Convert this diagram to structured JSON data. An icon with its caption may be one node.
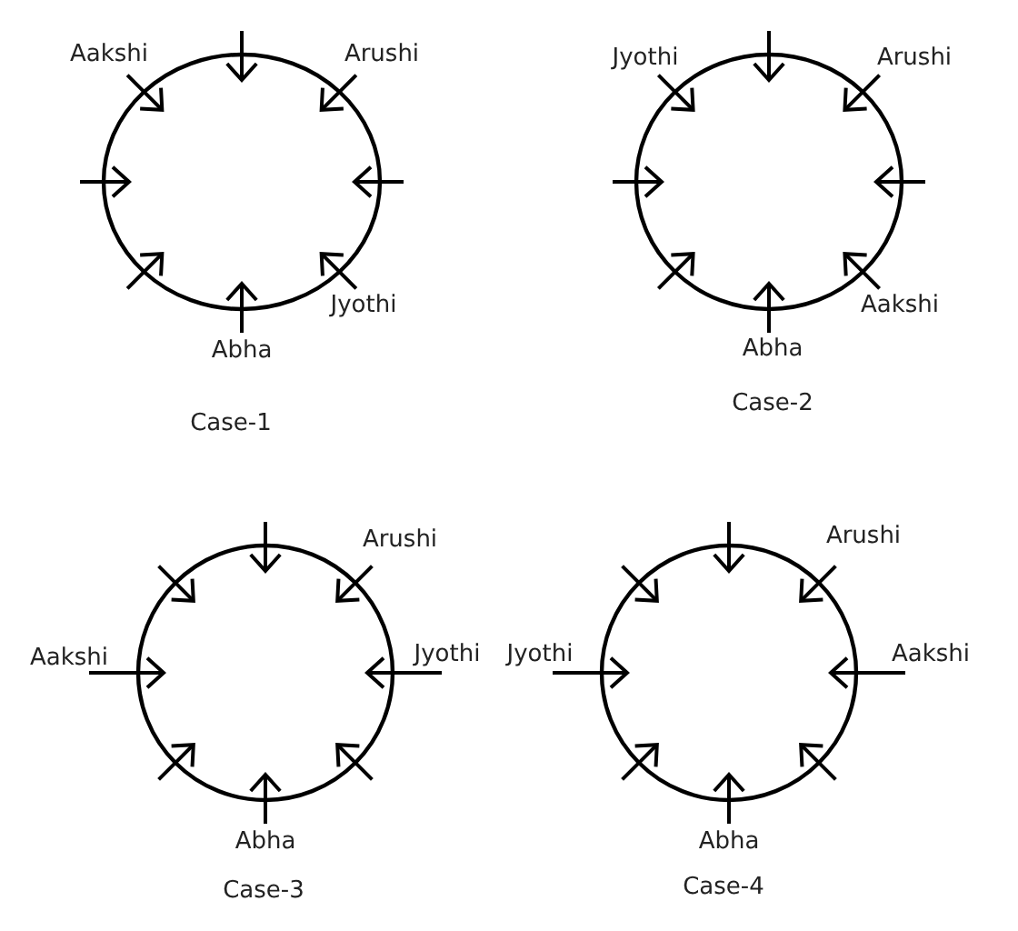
{
  "diagram": {
    "labels": [
      "Aakshi",
      "Arushi",
      "Jyothi",
      "Abha",
      "Case-1",
      "Jyothi",
      "Arushi",
      "Aakshi",
      "Abha",
      "Case-2",
      "Arushi",
      "Aakshi",
      "Jyothi",
      "Abha",
      "Case-3",
      "Arushi",
      "Jyothi",
      "Aakshi",
      "Abha",
      "Case-4"
    ]
  }
}
